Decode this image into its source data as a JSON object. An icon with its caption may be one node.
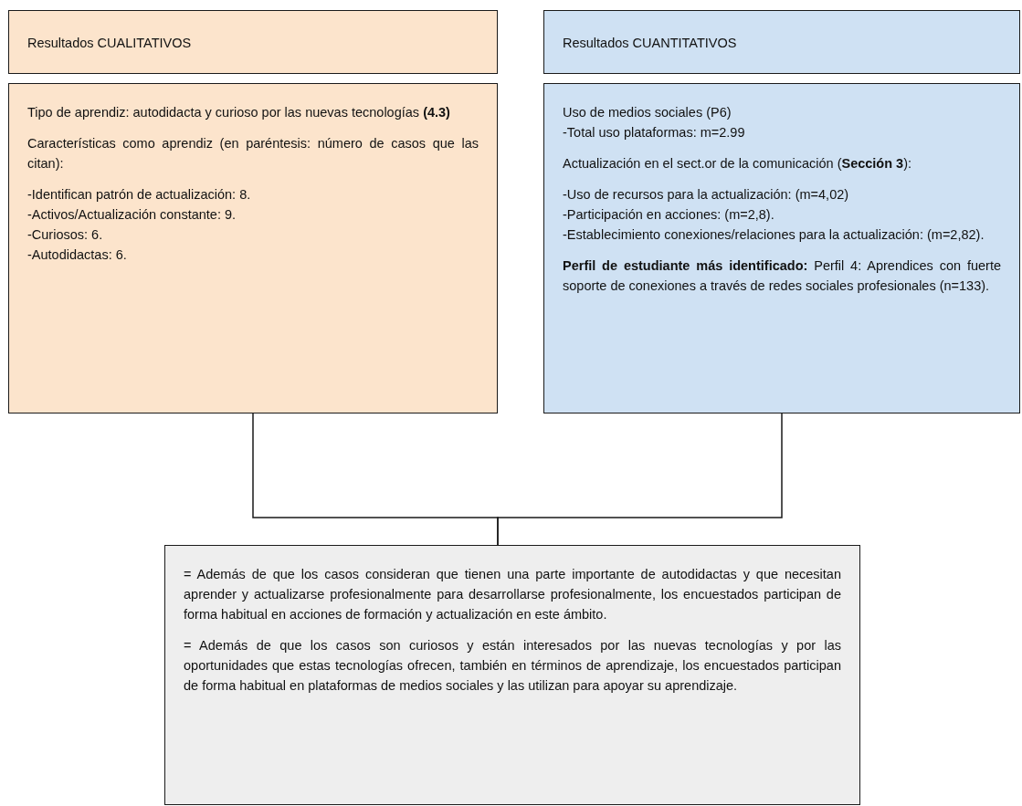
{
  "diagram": {
    "nodes": [
      {
        "text": [
          "Resultados CUALITATIVOS"
        ]
      },
      {
        "text": [
          "Tipo de aprendiz: autodidacta y curioso por las nuevas tecnologías **(4.3)**",
          "Características como aprendiz (en paréntesis: número de casos que las citan):",
          "-Identifican patrón de actualización: 8.",
          "-Activos/Actualización constante:  9.",
          "-Curiosos: 6.",
          "-Autodidactas: 6."
        ]
      },
      {
        "text": [
          "Resultados CUANTITATIVOS"
        ]
      },
      {
        "text": [
          "Uso de medios sociales (P6)",
          "-Total uso plataformas: m=2.99",
          "Actualización en el sect.or de la comunicación (**Sección 3**):",
          "-Uso de recursos para la actualización: (m=4,02)",
          "-Participación en acciones: (m=2,8).",
          "-Establecimiento conexiones/relaciones para la actualización: (m=2,82).",
          "**Perfil de estudiante más identificado:** Perfil 4: Aprendices con fuerte soporte de conexiones a través de redes sociales profesionales (n=133)."
        ]
      },
      {
        "text": [
          "= Además de que los casos consideran que tienen una parte importante de autodidactas y que necesitan aprender y actualizarse profesionalmente para desarrollarse profesionalmente, los encuestados participan de forma habitual en acciones de formación y actualización en este ámbito.",
          "= Además de que los casos son curiosos y están interesados por las nuevas tecnologías y por las oportunidades que estas tecnologías ofrecen, también en términos de aprendizaje, los encuestados participan de forma habitual en plataformas de medios sociales y las utilizan para apoyar su aprendizaje."
        ]
      }
    ],
    "edges": [
      {
        "from": 1,
        "to": 4,
        "arrow": "none"
      },
      {
        "from": 3,
        "to": 4,
        "arrow": "none"
      }
    ]
  }
}
